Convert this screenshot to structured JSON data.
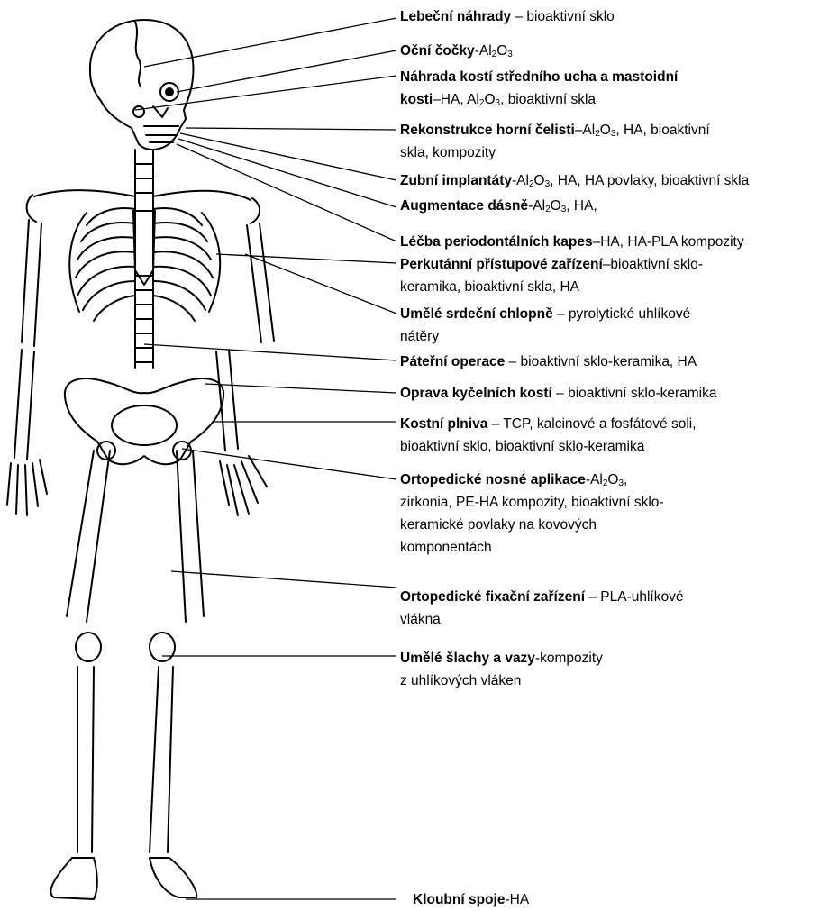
{
  "labels": [
    {
      "id": "lebecni",
      "lines": [
        [
          {
            "t": "Lebeční náhrady",
            "b": true
          },
          {
            "t": " – bioaktivní sklo"
          }
        ]
      ]
    },
    {
      "id": "ocni",
      "lines": [
        [
          {
            "t": "Oční čočky",
            "b": true
          },
          {
            "t": "-Al"
          },
          {
            "t": "2",
            "sub": true
          },
          {
            "t": "O"
          },
          {
            "t": "3",
            "sub": true
          }
        ]
      ]
    },
    {
      "id": "ucho",
      "lines": [
        [
          {
            "t": "Náhrada kostí středního ucha a mastoidní",
            "b": true
          }
        ],
        [
          {
            "t": "kosti",
            "b": true
          },
          {
            "t": "–HA, Al"
          },
          {
            "t": "2",
            "sub": true
          },
          {
            "t": "O"
          },
          {
            "t": "3",
            "sub": true
          },
          {
            "t": ", bioaktivní skla"
          }
        ]
      ]
    },
    {
      "id": "celist",
      "lines": [
        [
          {
            "t": "Rekonstrukce horní čelisti",
            "b": true
          },
          {
            "t": "–Al"
          },
          {
            "t": "2",
            "sub": true
          },
          {
            "t": "O"
          },
          {
            "t": "3",
            "sub": true
          },
          {
            "t": ", HA, bioaktivní"
          }
        ],
        [
          {
            "t": "skla, kompozity"
          }
        ]
      ]
    },
    {
      "id": "zubni",
      "lines": [
        [
          {
            "t": "Zubní implantáty",
            "b": true
          },
          {
            "t": "-Al"
          },
          {
            "t": "2",
            "sub": true
          },
          {
            "t": "O"
          },
          {
            "t": "3",
            "sub": true
          },
          {
            "t": ", HA, HA povlaky, bioaktivní skla"
          }
        ]
      ]
    },
    {
      "id": "dasne",
      "lines": [
        [
          {
            "t": "Augmentace dásně",
            "b": true
          },
          {
            "t": "-Al"
          },
          {
            "t": "2",
            "sub": true
          },
          {
            "t": "O"
          },
          {
            "t": "3",
            "sub": true
          },
          {
            "t": ", HA,"
          }
        ]
      ]
    },
    {
      "id": "periodont",
      "lines": [
        [
          {
            "t": "Léčba periodontálních kapes",
            "b": true
          },
          {
            "t": "–HA, HA-PLA kompozity"
          }
        ]
      ]
    },
    {
      "id": "perkutanni",
      "lines": [
        [
          {
            "t": "Perkutánní přístupové zařízení",
            "b": true
          },
          {
            "t": "–bioaktivní sklo-"
          }
        ],
        [
          {
            "t": "keramika, bioaktivní skla, HA"
          }
        ]
      ]
    },
    {
      "id": "chlopne",
      "lines": [
        [
          {
            "t": "Umělé srdeční chlopně",
            "b": true
          },
          {
            "t": " – pyrolytické uhlíkové"
          }
        ],
        [
          {
            "t": "nátěry"
          }
        ]
      ]
    },
    {
      "id": "pater",
      "lines": [
        [
          {
            "t": "Páteřní operace",
            "b": true
          },
          {
            "t": " – bioaktivní sklo-keramika, HA"
          }
        ]
      ]
    },
    {
      "id": "kycel",
      "lines": [
        [
          {
            "t": "Oprava kyčelních kostí",
            "b": true
          },
          {
            "t": " – bioaktivní sklo-keramika"
          }
        ]
      ]
    },
    {
      "id": "plniva",
      "lines": [
        [
          {
            "t": "Kostní plniva",
            "b": true
          },
          {
            "t": " – TCP, kalcinové a fosfátové soli,"
          }
        ],
        [
          {
            "t": "bioaktivní sklo, bioaktivní sklo-keramika"
          }
        ]
      ]
    },
    {
      "id": "nosne",
      "lines": [
        [
          {
            "t": "Ortopedické nosné aplikace",
            "b": true
          },
          {
            "t": "-Al"
          },
          {
            "t": "2",
            "sub": true
          },
          {
            "t": "O"
          },
          {
            "t": "3",
            "sub": true
          },
          {
            "t": ","
          }
        ],
        [
          {
            "t": "zirkonia, PE-HA kompozity, bioaktivní sklo-"
          }
        ],
        [
          {
            "t": "keramické povlaky na kovových"
          }
        ],
        [
          {
            "t": "komponentách"
          }
        ]
      ]
    },
    {
      "id": "fixacni",
      "lines": [
        [
          {
            "t": "Ortopedické fixační zařízení",
            "b": true
          },
          {
            "t": " – PLA-uhlíkové"
          }
        ],
        [
          {
            "t": "vlákna"
          }
        ]
      ]
    },
    {
      "id": "slachy",
      "lines": [
        [
          {
            "t": "Umělé šlachy a vazy",
            "b": true
          },
          {
            "t": "-kompozity"
          }
        ],
        [
          {
            "t": "z uhlíkových vláken"
          }
        ]
      ]
    },
    {
      "id": "kloubni",
      "lines": [
        [
          {
            "t": "Kloubní spoje",
            "b": true
          },
          {
            "t": "-HA"
          }
        ]
      ]
    }
  ]
}
